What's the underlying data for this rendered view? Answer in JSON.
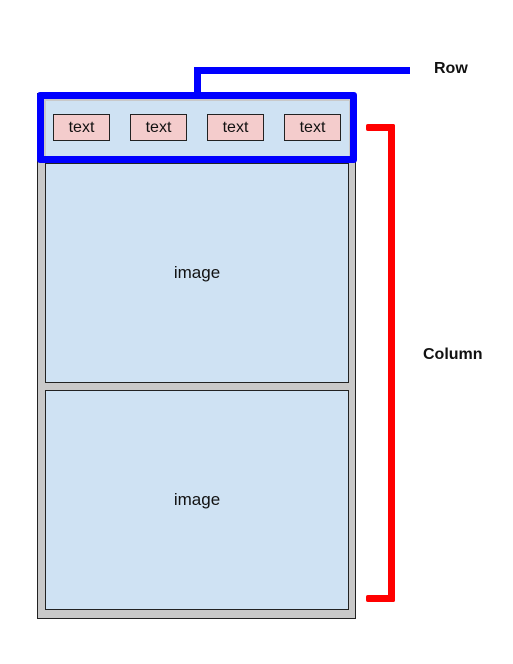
{
  "diagram": {
    "row_label": "Row",
    "column_label": "Column",
    "text_items": [
      {
        "label": "text"
      },
      {
        "label": "text"
      },
      {
        "label": "text"
      },
      {
        "label": "text"
      }
    ],
    "image_items": [
      {
        "label": "image"
      },
      {
        "label": "image"
      }
    ]
  },
  "colors": {
    "row_highlight": "#0000ff",
    "column_highlight": "#ff0000",
    "text_fill": "#f4cccc",
    "image_fill": "#cfe2f3",
    "frame_fill": "#c9c9c9"
  }
}
